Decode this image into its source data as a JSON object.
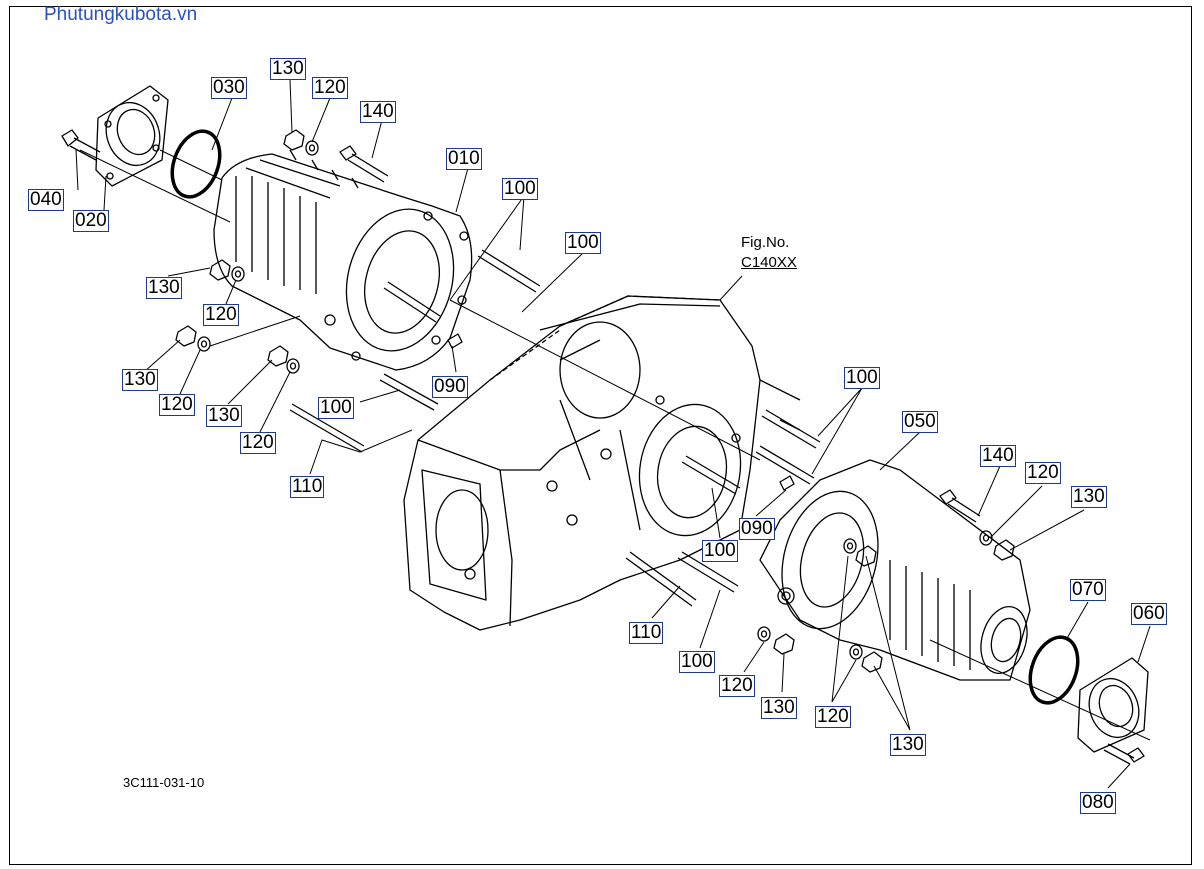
{
  "site_name": "Phutungkubota.vn",
  "figure_ref": {
    "line1": "Fig.No.",
    "line2": "C140XX"
  },
  "drawing_code": "3C111-031-10",
  "labels": [
    {
      "id": "010",
      "text": "010"
    },
    {
      "id": "020",
      "text": "020"
    },
    {
      "id": "030",
      "text": "030"
    },
    {
      "id": "040",
      "text": "040"
    },
    {
      "id": "050",
      "text": "050"
    },
    {
      "id": "060",
      "text": "060"
    },
    {
      "id": "070",
      "text": "070"
    },
    {
      "id": "080",
      "text": "080"
    },
    {
      "id": "090a",
      "text": "090"
    },
    {
      "id": "090b",
      "text": "090"
    },
    {
      "id": "100a",
      "text": "100"
    },
    {
      "id": "100b",
      "text": "100"
    },
    {
      "id": "100c",
      "text": "100"
    },
    {
      "id": "100d",
      "text": "100"
    },
    {
      "id": "100e",
      "text": "100"
    },
    {
      "id": "100f",
      "text": "100"
    },
    {
      "id": "110a",
      "text": "110"
    },
    {
      "id": "110b",
      "text": "110"
    },
    {
      "id": "120a",
      "text": "120"
    },
    {
      "id": "120b",
      "text": "120"
    },
    {
      "id": "120c",
      "text": "120"
    },
    {
      "id": "120d",
      "text": "120"
    },
    {
      "id": "120e",
      "text": "120"
    },
    {
      "id": "120f",
      "text": "120"
    },
    {
      "id": "120g",
      "text": "120"
    },
    {
      "id": "130a",
      "text": "130"
    },
    {
      "id": "130b",
      "text": "130"
    },
    {
      "id": "130c",
      "text": "130"
    },
    {
      "id": "130d",
      "text": "130"
    },
    {
      "id": "130e",
      "text": "130"
    },
    {
      "id": "130f",
      "text": "130"
    },
    {
      "id": "130g",
      "text": "130"
    },
    {
      "id": "140a",
      "text": "140"
    },
    {
      "id": "140b",
      "text": "140"
    }
  ]
}
